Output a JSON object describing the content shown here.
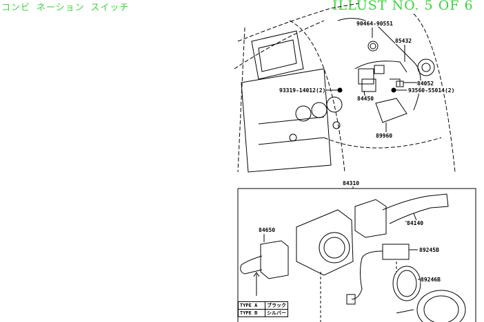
{
  "header": {
    "title_jp": "コンビ ネーション スイッチ",
    "illust": "ILLUST NO. 5 OF 6"
  },
  "callouts": {
    "p1": "90464-90551",
    "p2": "85432",
    "p3": "84052",
    "p4": "93560-55014(2)",
    "p5": "93319-14012(2)",
    "p6": "84450",
    "p7": "89960",
    "p8": "84310",
    "p9": "84140",
    "p10": "84650",
    "p11": "89245B",
    "p12": "89246B"
  },
  "type_table": [
    {
      "type": "TYPE A",
      "value": "ブラック"
    },
    {
      "type": "TYPE B",
      "value": "シルバー"
    }
  ]
}
